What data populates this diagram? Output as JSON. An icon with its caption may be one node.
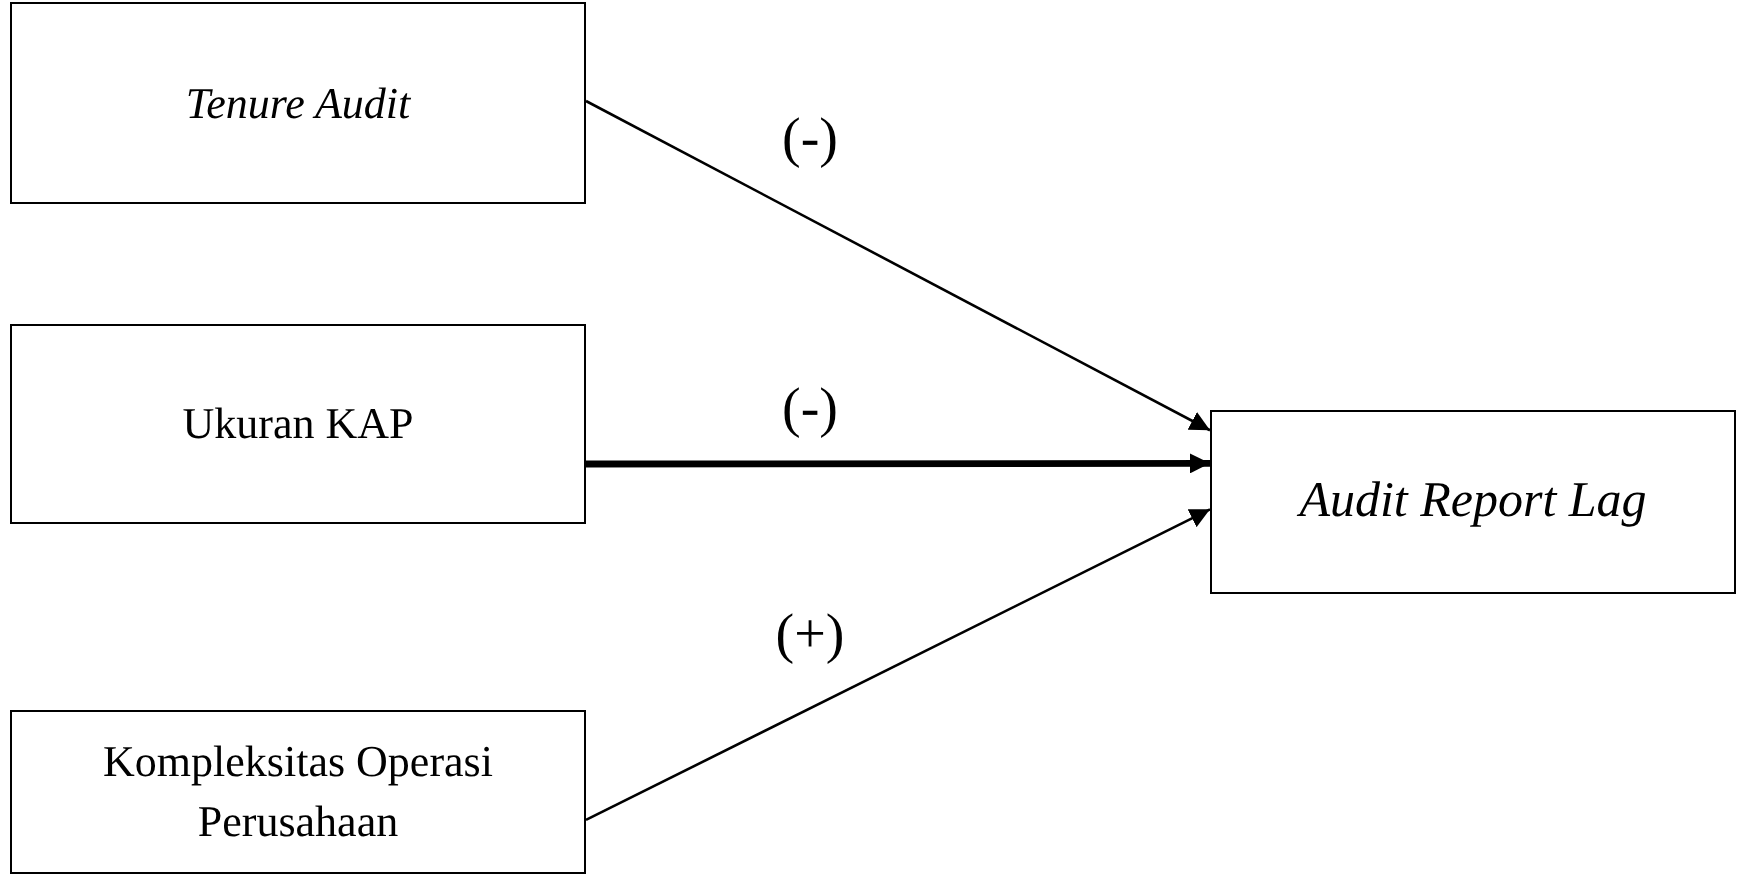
{
  "diagram": {
    "nodes": [
      {
        "text": [
          "Tenure Audit"
        ]
      },
      {
        "text": [
          "Ukuran KAP"
        ]
      },
      {
        "text": [
          "Kompleksitas Operasi Perusahaan"
        ]
      },
      {
        "text": [
          "Audit Report Lag"
        ]
      }
    ],
    "edges": [
      {
        "from": 0,
        "to": 3,
        "arrow": "to",
        "label": "(-)"
      },
      {
        "from": 1,
        "to": 3,
        "arrow": "to",
        "label": "(-)",
        "style": "thick"
      },
      {
        "from": 2,
        "to": 3,
        "arrow": "to",
        "label": "(+)"
      }
    ]
  }
}
